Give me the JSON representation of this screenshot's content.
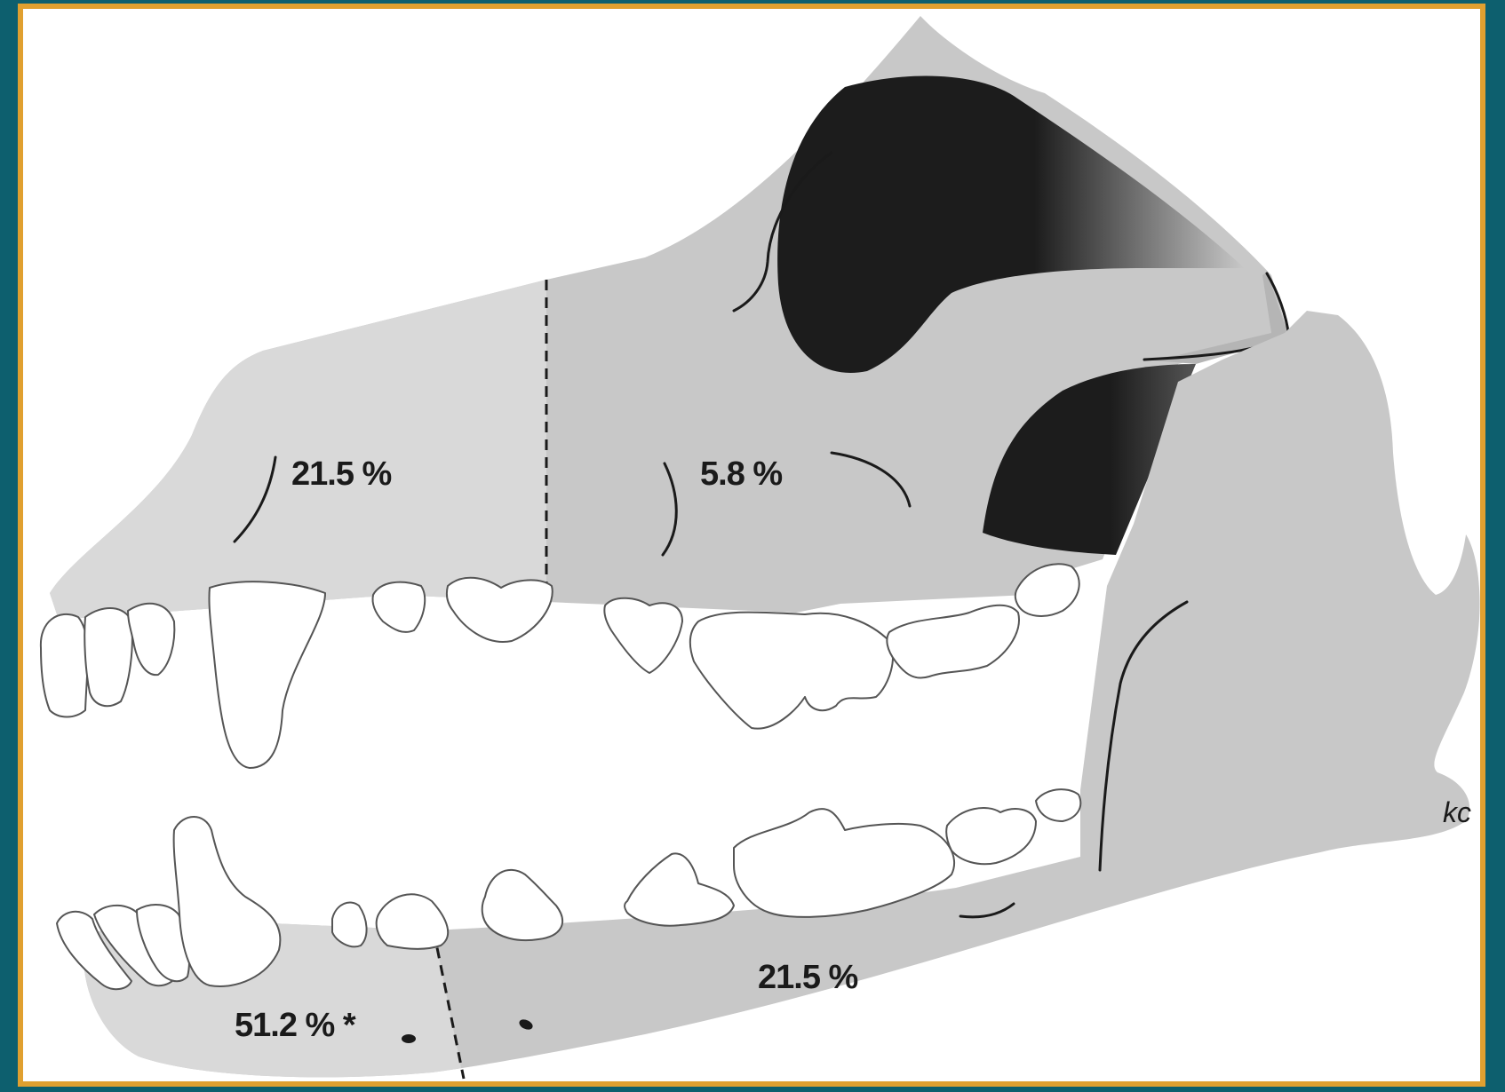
{
  "regions": {
    "rostral_maxilla": {
      "label": "21.5 %",
      "color": "#d9d9d9"
    },
    "caudal_maxilla": {
      "label": "5.8 %",
      "color": "#c8c8c8"
    },
    "rostral_mandible": {
      "label": "51.2 % *",
      "color": "#d9d9d9"
    },
    "caudal_mandible": {
      "label": "21.5 %",
      "color": "#c8c8c8"
    }
  },
  "credit": "kc",
  "colors": {
    "background": "#0d5f6e",
    "frame_border": "#e0a030",
    "bone_dark": "#c8c8c8",
    "bone_light": "#d9d9d9",
    "orbit": "#1c1c1c",
    "tooth": "#ffffff"
  }
}
